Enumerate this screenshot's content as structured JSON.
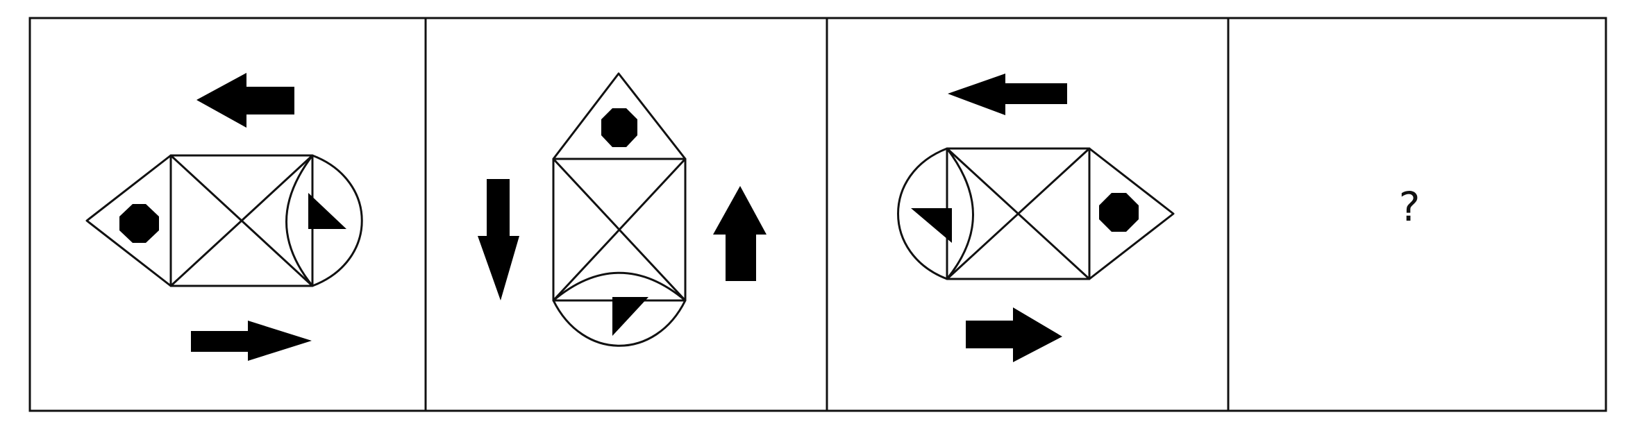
{
  "puzzle": {
    "answer_placeholder": "?",
    "colors": {
      "stroke": "#111111",
      "fill": "#000000",
      "background": "#ffffff"
    },
    "panels": [
      {
        "index": 1,
        "elements": [
          "center-square-with-x",
          "left-triangle",
          "right-semicircle",
          "octagon-in-left-triangle",
          "triangle-in-right-semicircle",
          "arrow-top-pointing-left",
          "arrow-bottom-pointing-right"
        ]
      },
      {
        "index": 2,
        "elements": [
          "center-square-with-x",
          "top-triangle",
          "bottom-semicircle",
          "octagon-in-top-triangle",
          "triangle-in-bottom-semicircle",
          "arrow-left-pointing-down",
          "arrow-right-pointing-up"
        ]
      },
      {
        "index": 3,
        "elements": [
          "center-square-with-x",
          "left-semicircle",
          "right-triangle",
          "triangle-in-left-semicircle",
          "octagon-in-right-triangle",
          "arrow-top-pointing-left",
          "arrow-bottom-pointing-right"
        ]
      },
      {
        "index": 4,
        "elements": [
          "question-mark"
        ]
      }
    ]
  }
}
